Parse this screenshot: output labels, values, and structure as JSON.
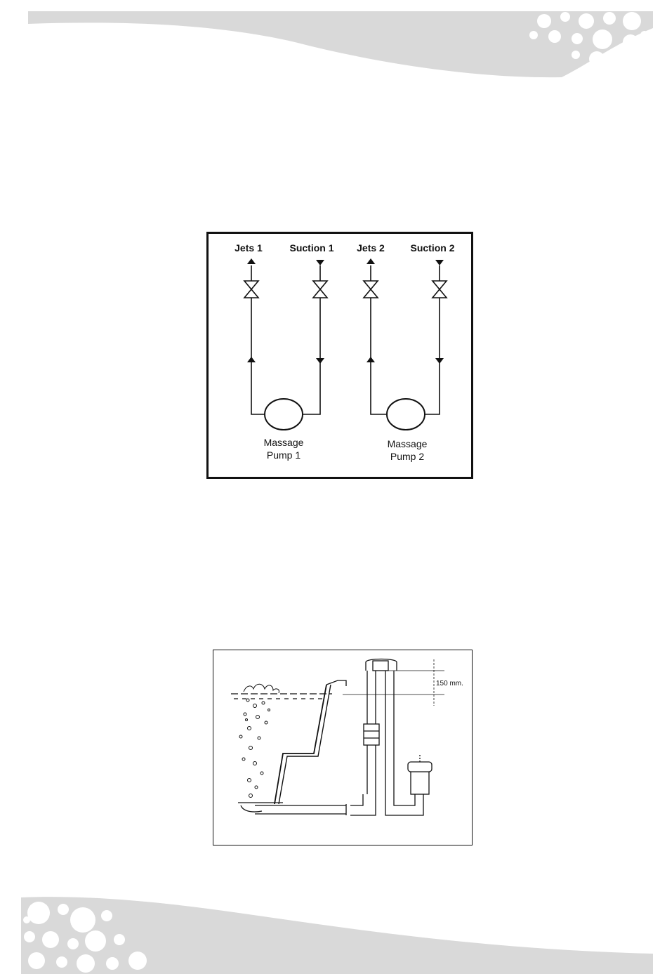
{
  "diagram_1": {
    "labels": {
      "jets_1": "Jets 1",
      "suction_1": "Suction 1",
      "jets_2": "Jets 2",
      "suction_2": "Suction 2"
    },
    "pump_1": {
      "line1": "Massage",
      "line2": "Pump 1"
    },
    "pump_2": {
      "line1": "Massage",
      "line2": "Pump 2"
    }
  },
  "diagram_2": {
    "dimension_label": "150 mm."
  },
  "colors": {
    "band_gray": "#d9d9d9",
    "ink": "#111111"
  }
}
